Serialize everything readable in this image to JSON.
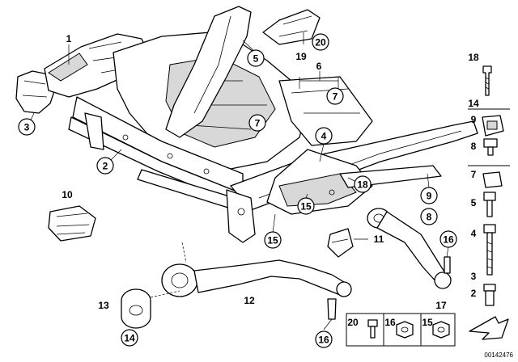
{
  "diagram": {
    "reference_number": "00142476",
    "callouts": {
      "c1": "1",
      "c2": "2",
      "c3": "3",
      "c4": "4",
      "c5": "5",
      "c6": "6",
      "c7a": "7",
      "c7b": "7",
      "c8": "8",
      "c9": "9",
      "c10": "10",
      "c11": "11",
      "c12": "12",
      "c13": "13",
      "c14": "14",
      "c15a": "15",
      "c15b": "15",
      "c16a": "16",
      "c16b": "16",
      "c17": "17",
      "c18": "18",
      "c19": "19",
      "c20": "20"
    },
    "side_column": {
      "n18": "18",
      "n14": "14",
      "n9": "9",
      "n8": "8",
      "n7": "7",
      "n5": "5",
      "n4": "4",
      "n3": "3",
      "n2": "2"
    },
    "bottom_legend": {
      "n20": "20",
      "n16": "16",
      "n15": "15"
    }
  }
}
